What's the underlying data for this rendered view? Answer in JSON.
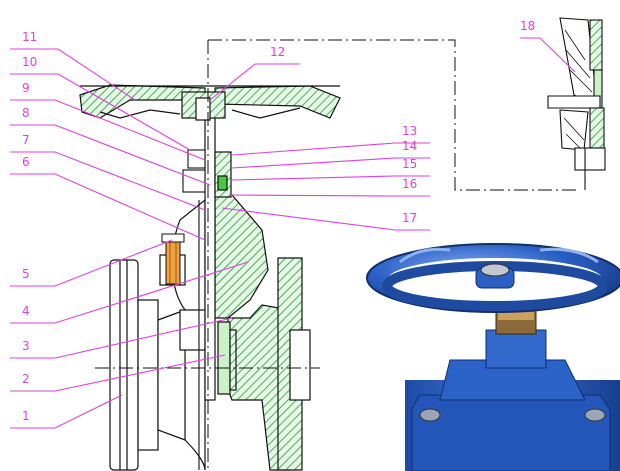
{
  "colors": {
    "callout": "#e040e0",
    "outline": "#111111",
    "hatch": "#2a9a3a",
    "fill_green": "#c9f2c9",
    "photo_blue": "#2a5fc4",
    "photo_blue_dark": "#173f8f",
    "photo_blue_light": "#6b95e6"
  },
  "callouts": [
    {
      "id": "1",
      "label": "1"
    },
    {
      "id": "2",
      "label": "2"
    },
    {
      "id": "3",
      "label": "3"
    },
    {
      "id": "4",
      "label": "4"
    },
    {
      "id": "5",
      "label": "5"
    },
    {
      "id": "6",
      "label": "6"
    },
    {
      "id": "7",
      "label": "7"
    },
    {
      "id": "8",
      "label": "8"
    },
    {
      "id": "9",
      "label": "9"
    },
    {
      "id": "10",
      "label": "10"
    },
    {
      "id": "11",
      "label": "11"
    },
    {
      "id": "12",
      "label": "12"
    },
    {
      "id": "13",
      "label": "13"
    },
    {
      "id": "14",
      "label": "14"
    },
    {
      "id": "15",
      "label": "15"
    },
    {
      "id": "16",
      "label": "16"
    },
    {
      "id": "17",
      "label": "17"
    },
    {
      "id": "18",
      "label": "18"
    }
  ],
  "icons": [
    "gate-valve-section-drawing",
    "detail-view-inset",
    "blue-gate-valve-photo"
  ]
}
